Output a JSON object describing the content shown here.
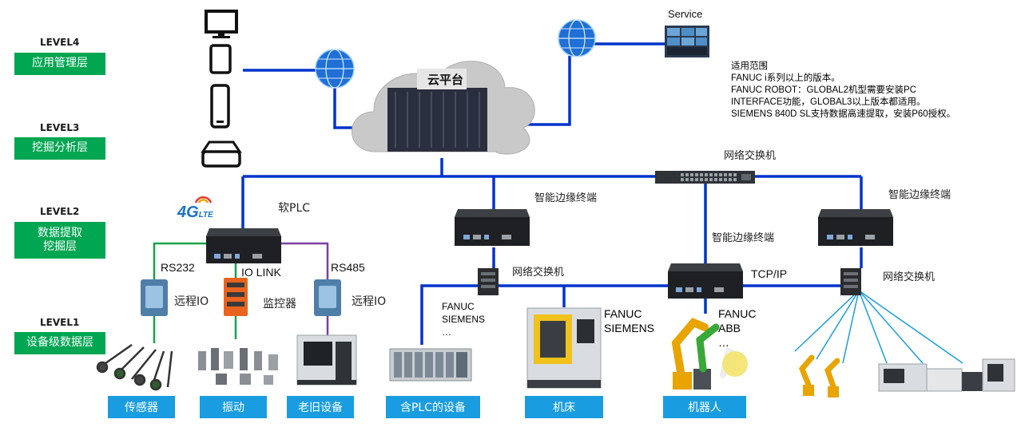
{
  "levels": [
    {
      "code": "LEVEL4",
      "name": "应用管理层"
    },
    {
      "code": "LEVEL3",
      "name": "挖掘分析层"
    },
    {
      "code": "LEVEL2",
      "name": "数据提取\n挖掘层"
    },
    {
      "code": "LEVEL1",
      "name": "设备级数据层"
    }
  ],
  "cloud_label": "云平台",
  "service_label": "Service",
  "scope_note": [
    "适用范围",
    "FANUC i系列以上的版本。",
    "FANUC ROBOT：GLOBAL2机型需要安装PC",
    "INTERFACE功能，GLOBAL3以上版本都适用。",
    "SIEMENS 840D SL支持数据高速提取，安装P60授权。"
  ],
  "labels": {
    "lte": "4G",
    "lte_sub": "LTE",
    "soft_plc": "软PLC",
    "rs232": "RS232",
    "io_link": "IO LINK",
    "rs485": "RS485",
    "remote_io_1": "远程IO",
    "monitor": "监控器",
    "remote_io_2": "远程IO",
    "switch_top": "网络交换机",
    "edge_1": "智能边缘终端",
    "edge_2": "智能边缘终端",
    "edge_3": "智能边缘终端",
    "switch_mid": "网络交换机",
    "tcpip": "TCP/IP",
    "switch_right": "网络交换机",
    "plc_brands": [
      "FANUC",
      "SIEMENS",
      "…"
    ],
    "machine_brands": [
      "FANUC",
      "SIEMENS"
    ],
    "robot_brands": [
      "FANUC",
      "ABB",
      "…"
    ]
  },
  "bottom_buttons": [
    "传感器",
    "振动",
    "老旧设备",
    "含PLC的设备",
    "机床",
    "机器人"
  ],
  "colors": {
    "level_box": "#00a651",
    "bottom_box": "#1a9de0",
    "network_line": "#0033cc",
    "green_line": "#19a34a",
    "purple_line": "#7b3fa0",
    "thin_line": "#1a9de0"
  }
}
